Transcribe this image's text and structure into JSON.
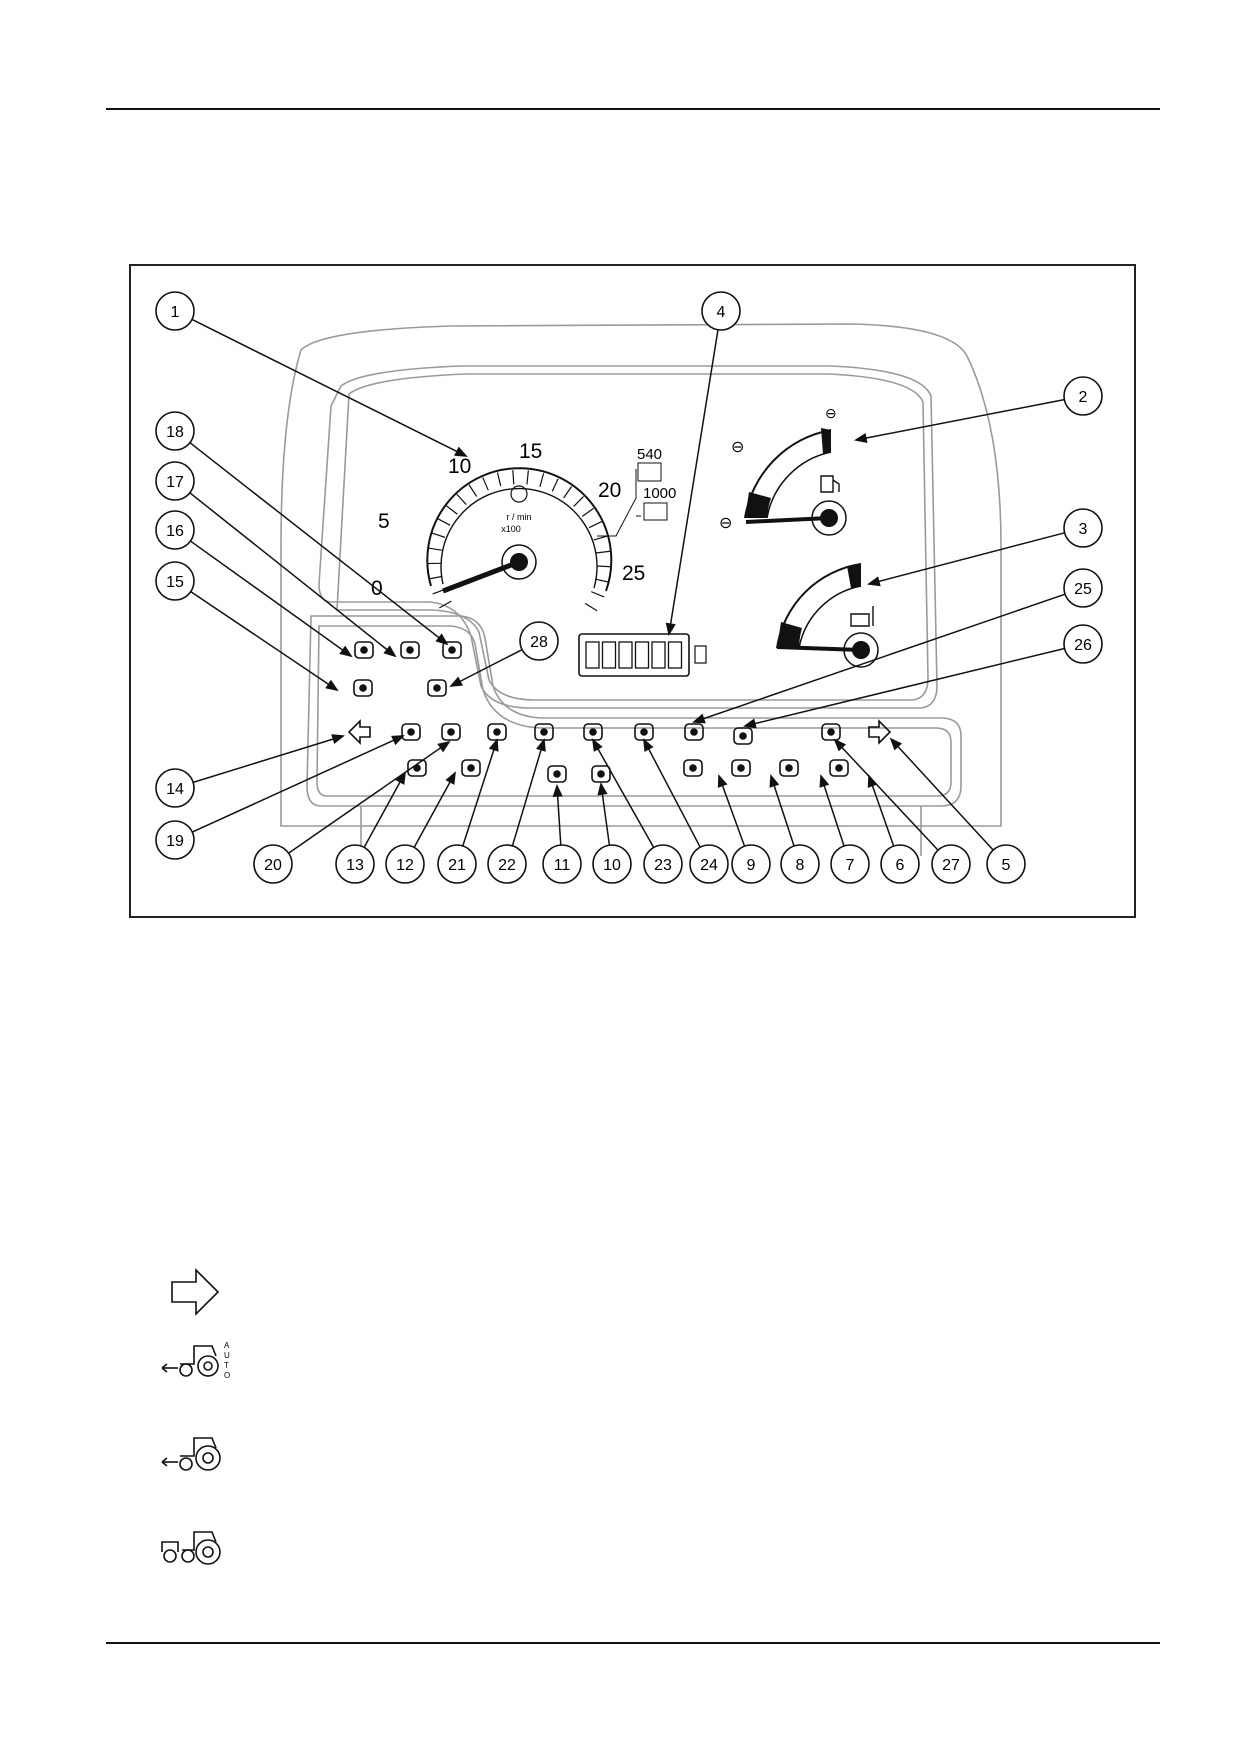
{
  "diagram": {
    "callouts": [
      "1",
      "2",
      "3",
      "4",
      "5",
      "6",
      "7",
      "8",
      "9",
      "10",
      "11",
      "12",
      "13",
      "14",
      "15",
      "16",
      "17",
      "18",
      "19",
      "20",
      "21",
      "22",
      "23",
      "24",
      "25",
      "26",
      "27",
      "28"
    ],
    "tachometer": {
      "scale_labels": [
        "0",
        "5",
        "10",
        "15",
        "20",
        "25"
      ],
      "unit_label": "r / min",
      "multiplier_label": "x100",
      "pto_speeds": [
        "540",
        "1000"
      ]
    },
    "fuel_gauge": {
      "full_symbol": "⊖",
      "empty_symbol": "⊖"
    },
    "lcd_digits": 6
  },
  "legend": {
    "icons": [
      "right-turn-arrow-icon",
      "tractor-front-auto-icon",
      "tractor-front-pto-icon",
      "tractor-rear-pto-icon"
    ],
    "auto_letters": [
      "A",
      "U",
      "T",
      "O"
    ]
  },
  "colors": {
    "line": "#111111",
    "bezel": "#999999",
    "dial_fill": "#111111"
  }
}
